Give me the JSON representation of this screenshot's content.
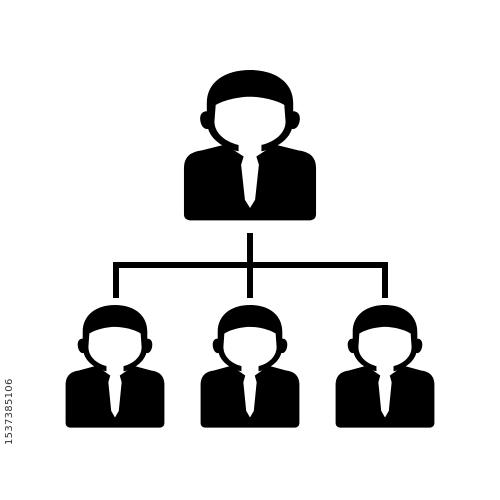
{
  "colors": {
    "background": "#ffffff",
    "ink": "#000000"
  },
  "diagram": {
    "type": "org-chart",
    "icon": "person-in-suit-icon",
    "levels": [
      {
        "count": 1
      },
      {
        "count": 3
      }
    ]
  },
  "stock_id": "1537385106"
}
